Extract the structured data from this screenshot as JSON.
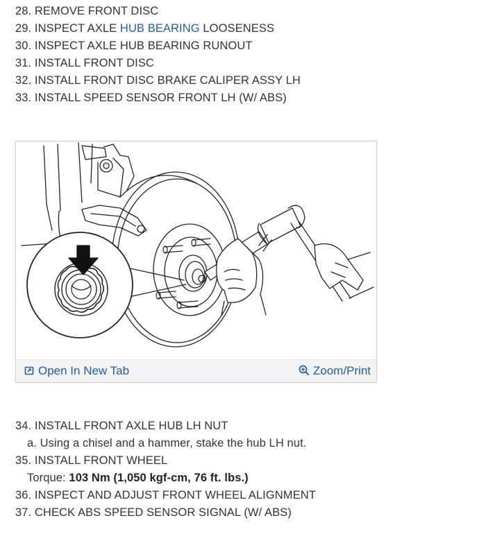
{
  "steps_top": [
    {
      "text": "28. REMOVE FRONT DISC"
    },
    {
      "pre": "29. INSPECT AXLE ",
      "link": "HUB BEARING",
      "post": " LOOSENESS"
    },
    {
      "text": "30. INSPECT AXLE HUB BEARING RUNOUT"
    },
    {
      "text": "31. INSTALL FRONT DISC"
    },
    {
      "text": "32. INSTALL FRONT DISC BRAKE CALIPER ASSY LH"
    },
    {
      "text": "33. INSTALL SPEED SENSOR FRONT LH (W/ ABS)"
    }
  ],
  "figure": {
    "open_label": "Open In New Tab",
    "zoom_label": "Zoom/Print",
    "icons": {
      "open": "open-new-tab-icon",
      "zoom": "zoom-icon"
    },
    "link_color": "#1f5fa3"
  },
  "steps_bottom": {
    "s34": "34. INSTALL FRONT AXLE HUB LH NUT",
    "s34a": "a. Using a chisel and a hammer, stake the hub LH nut.",
    "s35": "35. INSTALL FRONT WHEEL",
    "torque_label": "Torque: ",
    "torque_value": "103 Nm (1,050 kgf-cm, 76 ft. lbs.)",
    "s36": "36. INSPECT AND ADJUST FRONT WHEEL ALIGNMENT",
    "s37": "37. CHECK ABS SPEED SENSOR SIGNAL (W/ ABS)"
  }
}
